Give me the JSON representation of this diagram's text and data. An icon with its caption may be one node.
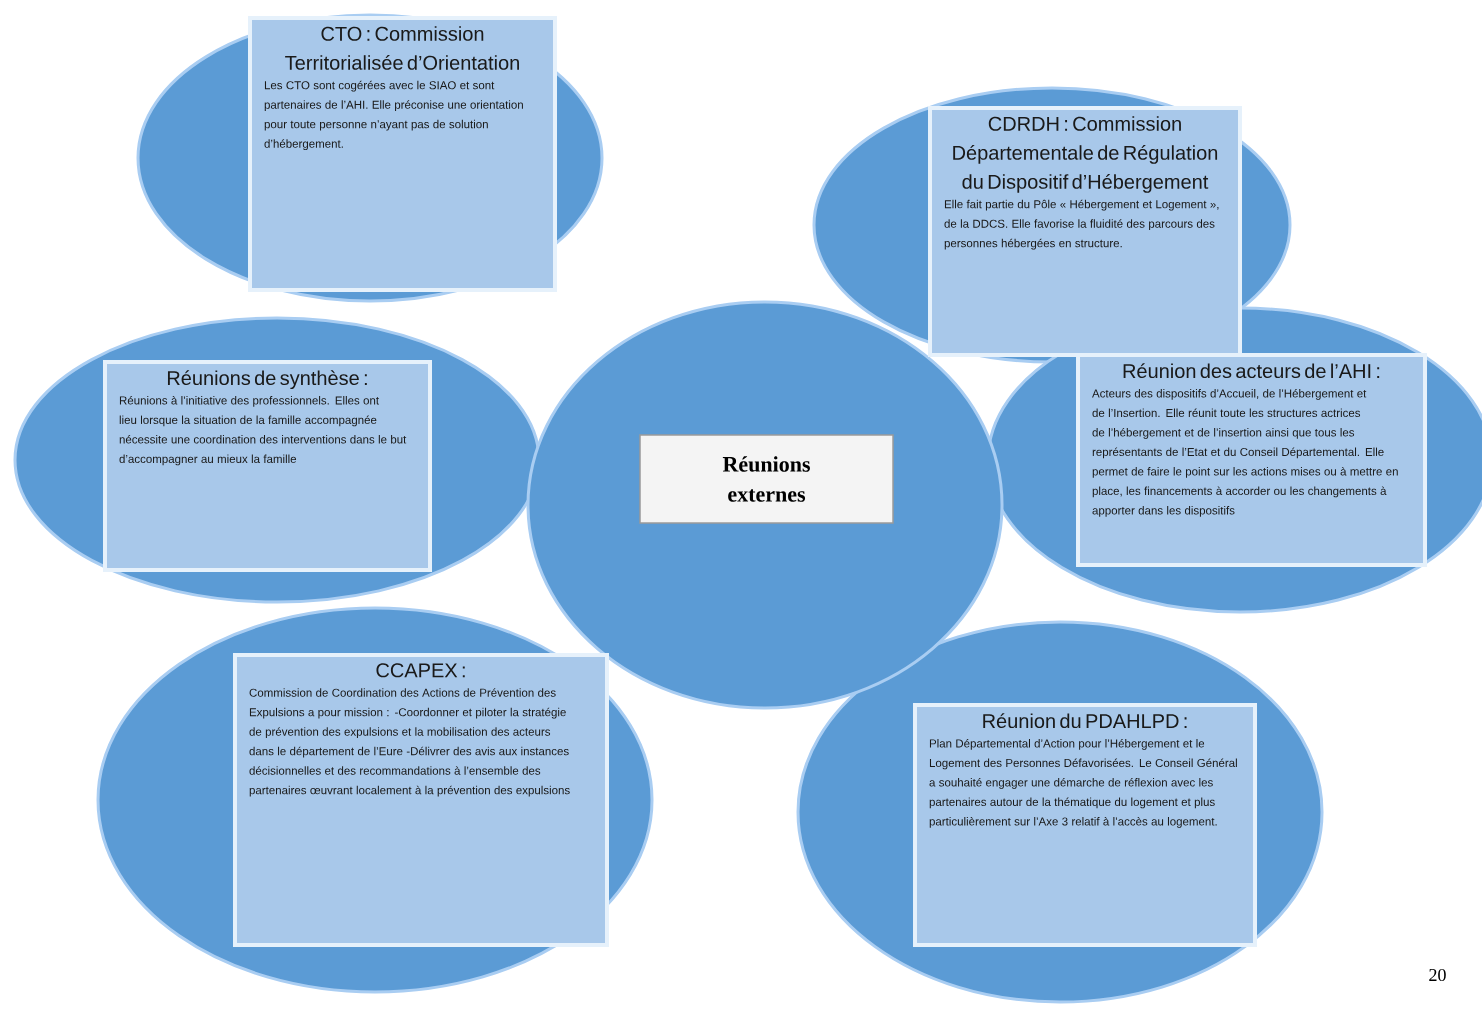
{
  "diagram": {
    "nodes": [
      {
        "text": [],
        "shape": "ellipse"
      },
      {
        "text": [
          "Réunions externes"
        ],
        "in": 0
      },
      {
        "text": [],
        "shape": "ellipse"
      },
      {
        "text": [
          "CTO : Commission Territorialisée d’Orientation",
          "Les CTO sont cogérées avec le SIAO et sont partenaires de l’AHI. Elle préconise une orientation pour toute personne n’ayant pas de solution d’hébergement."
        ],
        "in": 2
      },
      {
        "text": [],
        "shape": "ellipse"
      },
      {
        "text": [
          "CDRDH : Commission Départementale de Régulation du Dispositif d’Hébergement",
          "Elle fait partie du Pôle « Hébergement et Logement », de la DDCS. Elle favorise la fluidité des parcours des personnes hébergées en structure."
        ],
        "in": 4
      },
      {
        "text": [],
        "shape": "ellipse"
      },
      {
        "text": [
          "Réunions de synthèse :",
          "Réunions à l’initiative des professionnels. Elles ont lieu lorsque la situation de la famille accompagnée nécessite une coordination des interventions dans le but d’accompagner au mieux la famille"
        ],
        "in": 6
      },
      {
        "text": [],
        "shape": "ellipse"
      },
      {
        "text": [
          "Réunion des acteurs de l’AHI :",
          "Acteurs des dispositifs d’Accueil, de l’Hébergement et de l’Insertion. Elle réunit toute les structures actrices de l’hébergement et de l’insertion ainsi que tous les représentants de l’Etat et du Conseil Départemental. Elle permet de faire le point sur les actions mises ou à mettre en place, les financements à accorder ou les changements à apporter dans les dispositifs"
        ],
        "in": 8
      },
      {
        "text": [],
        "shape": "ellipse"
      },
      {
        "text": [
          "CCAPEX :",
          "Commission de Coordination des Actions de Prévention des Expulsions a pour mission : -Coordonner et piloter la stratégie de prévention des expulsions et la mobilisation des acteurs dans le département de l’Eure -Délivrer des avis aux instances décisionnelles et des recommandations à l’ensemble des partenaires œuvrant localement à la prévention des expulsions"
        ],
        "in": 10
      },
      {
        "text": [],
        "shape": "ellipse"
      },
      {
        "text": [
          "Réunion du PDAHLPD :",
          "Plan Départemental d’Action pour l’Hébergement et le Logement des Personnes Défavorisées. Le Conseil Général a souhaité engager une démarche de réflexion avec les partenaires autour de la thématique du logement et plus particulièrement sur l’Axe 3 relatif à l’accès au logement."
        ],
        "in": 12
      }
    ],
    "labels": [
      "20"
    ]
  }
}
